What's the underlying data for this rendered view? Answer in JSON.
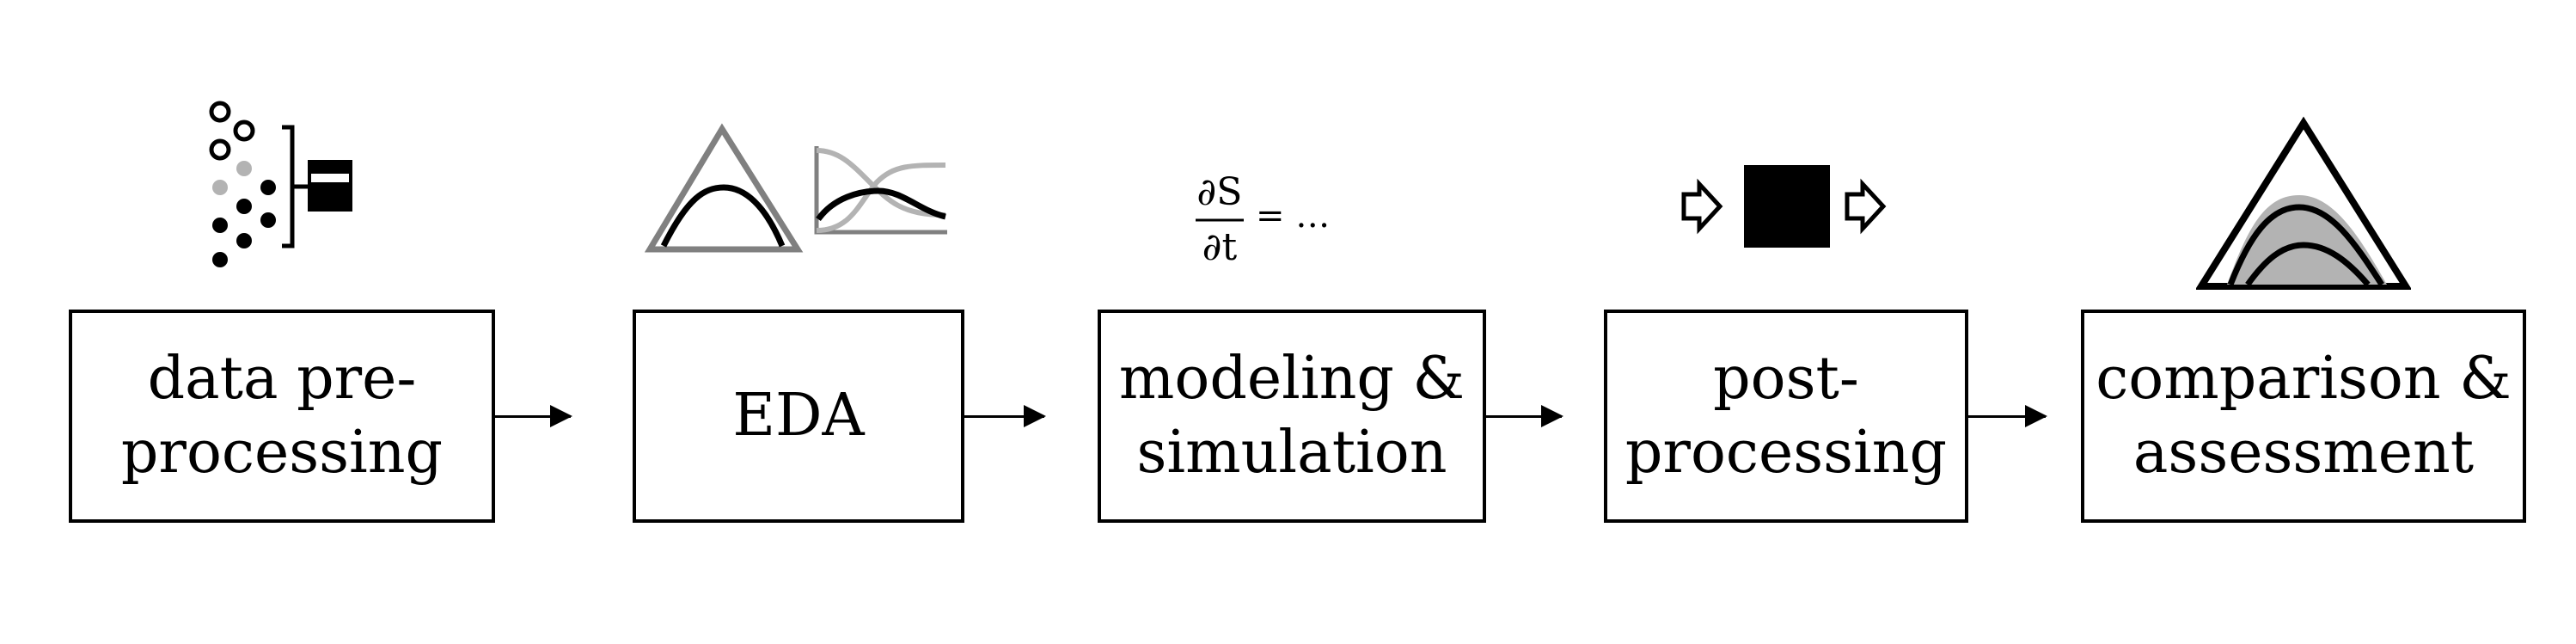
{
  "steps": [
    {
      "id": "data-preprocessing",
      "label": "data pre-\nprocessing",
      "icon": "data-points-to-table-icon"
    },
    {
      "id": "eda",
      "label": "EDA",
      "icon": "distribution-and-trend-plots-icon"
    },
    {
      "id": "modeling",
      "label": "modeling &\nsimulation",
      "icon": "differential-equation-icon"
    },
    {
      "id": "post-processing",
      "label": "post-\nprocessing",
      "icon": "black-box-transform-icon"
    },
    {
      "id": "comparison",
      "label": "comparison &\nassessment",
      "icon": "distribution-comparison-icon"
    }
  ],
  "equation": {
    "numerator": "∂S",
    "denominator": "∂t",
    "rest": "= …"
  },
  "colors": {
    "stroke": "#000000",
    "gray": "#808080",
    "light_gray": "#b3b3b3"
  }
}
